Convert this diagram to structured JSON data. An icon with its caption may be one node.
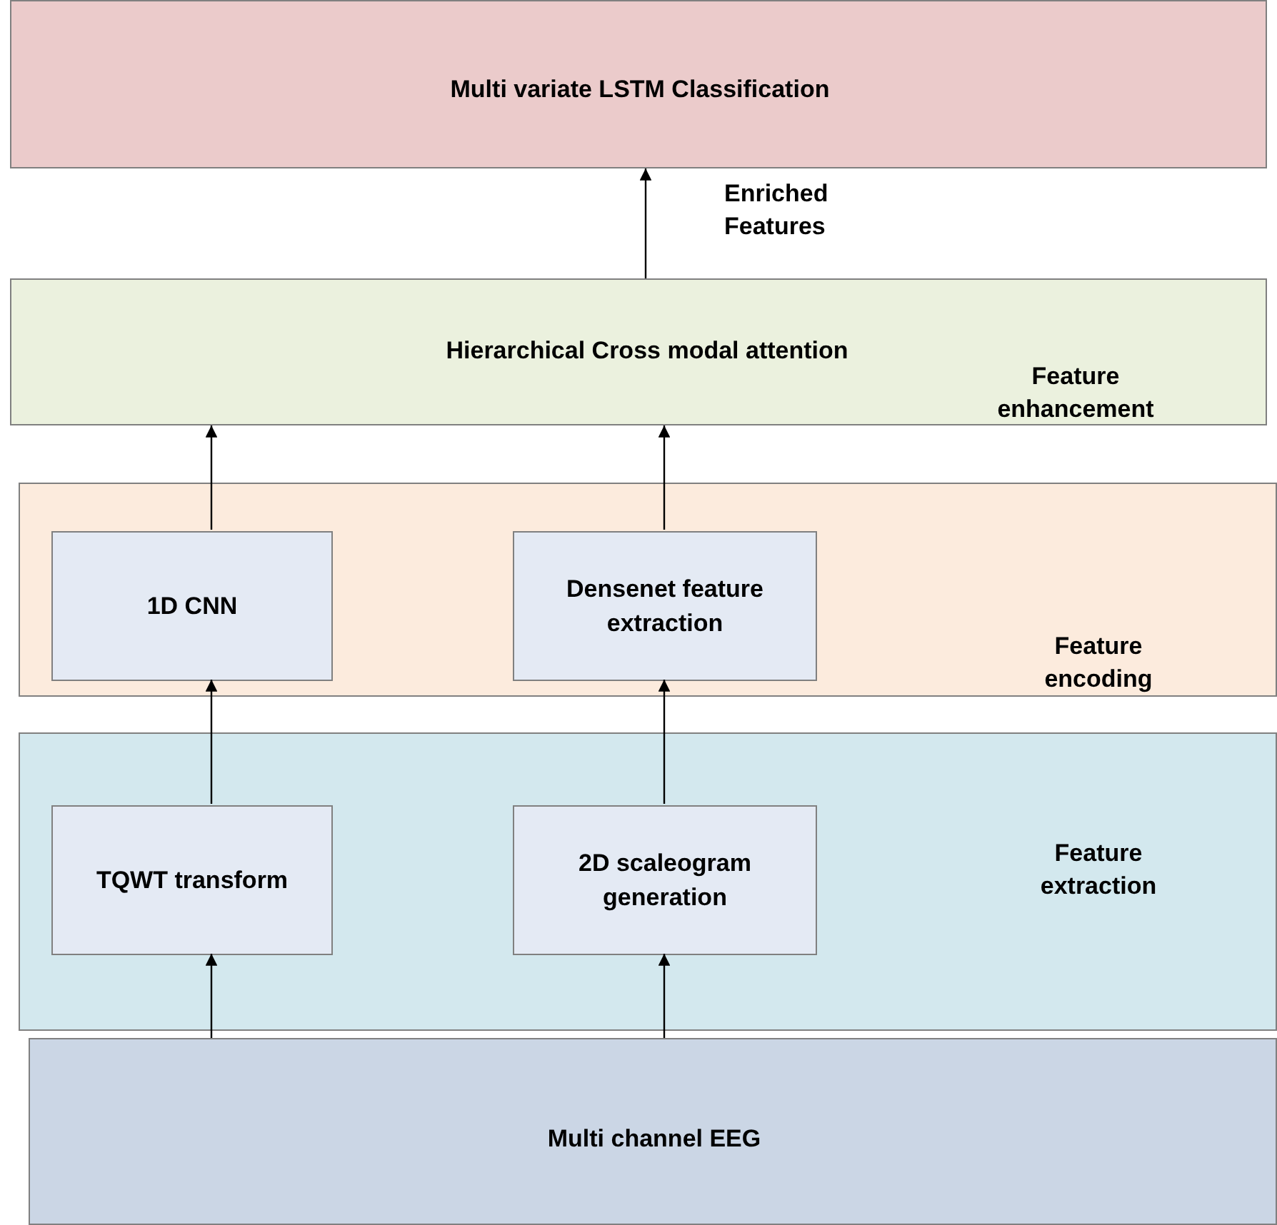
{
  "diagram": {
    "nodes": [
      {
        "text": [
          "Multi variate LSTM Classification"
        ]
      },
      {
        "text": [
          "Hierarchical Cross modal attention",
          "Feature enhancement"
        ]
      },
      {
        "text": [
          "Feature encoding"
        ]
      },
      {
        "text": [
          "1D CNN"
        ],
        "in": 2
      },
      {
        "text": [
          "Densenet feature extraction"
        ],
        "in": 2
      },
      {
        "text": [
          "Feature extraction"
        ]
      },
      {
        "text": [
          "TQWT transform"
        ],
        "in": 5
      },
      {
        "text": [
          "2D scaleogram generation"
        ],
        "in": 5
      },
      {
        "text": [
          "Multi channel EEG"
        ]
      }
    ],
    "edges": [
      {
        "from": 8,
        "to": 6,
        "arrow": "to"
      },
      {
        "from": 8,
        "to": 7,
        "arrow": "to"
      },
      {
        "from": 6,
        "to": 3,
        "arrow": "to"
      },
      {
        "from": 7,
        "to": 4,
        "arrow": "to"
      },
      {
        "from": 3,
        "to": 1,
        "arrow": "to"
      },
      {
        "from": 4,
        "to": 1,
        "arrow": "to"
      },
      {
        "from": 1,
        "to": 0,
        "arrow": "to",
        "label": "Enriched Features"
      }
    ]
  }
}
